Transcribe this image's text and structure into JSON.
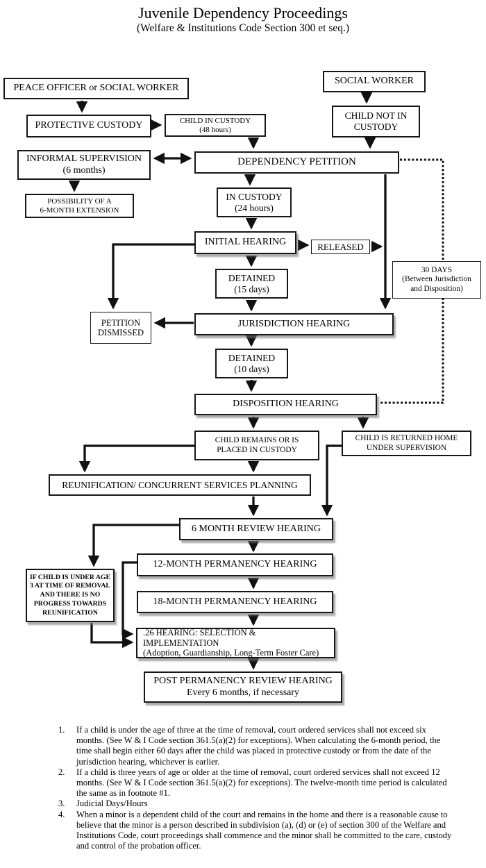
{
  "header": {
    "title": "Juvenile Dependency Proceedings",
    "subtitle": "(Welfare & Institutions Code Section 300 et seq.)"
  },
  "boxes": {
    "peace_officer": {
      "line1": "PEACE OFFICER or SOCIAL WORKER"
    },
    "social_worker": {
      "line1": "SOCIAL WORKER"
    },
    "protective_custody": {
      "line1": "PROTECTIVE CUSTODY"
    },
    "child_in_custody_48": {
      "line1": "CHILD IN CUSTODY",
      "line2": "(48 hours)"
    },
    "child_not_in_custody": {
      "line1": "CHILD NOT IN",
      "line2": "CUSTODY"
    },
    "informal_supervision": {
      "line1": "INFORMAL SUPERVISION",
      "line2": "(6 months)"
    },
    "dependency_petition": {
      "line1": "DEPENDENCY PETITION"
    },
    "possibility_extension": {
      "line1": "POSSIBILITY OF A",
      "line2": "6-MONTH EXTENSION"
    },
    "in_custody_24": {
      "line1": "IN CUSTODY",
      "line2": "(24 hours)"
    },
    "initial_hearing": {
      "line1": "INITIAL HEARING"
    },
    "released": {
      "line1": "RELEASED"
    },
    "detained_15": {
      "line1": "DETAINED",
      "line2": "(15 days)"
    },
    "thirty_days": {
      "line1": "30 DAYS",
      "line2": "(Between Jurisdiction",
      "line3": "and Disposition)"
    },
    "petition_dismissed": {
      "line1": "PETITION",
      "line2": "DISMISSED"
    },
    "jurisdiction_hearing": {
      "line1": "JURISDICTION HEARING"
    },
    "detained_10": {
      "line1": "DETAINED",
      "line2": "(10 days)"
    },
    "disposition_hearing": {
      "line1": "DISPOSITION HEARING"
    },
    "child_remains": {
      "line1": "CHILD REMAINS OR IS",
      "line2": "PLACED IN CUSTODY"
    },
    "child_returned": {
      "line1": "CHILD IS RETURNED HOME",
      "line2": "UNDER SUPERVISION"
    },
    "reunification": {
      "line1": "REUNIFICATION/ CONCURRENT SERVICES PLANNING"
    },
    "six_month_review": {
      "line1": "6 MONTH REVIEW HEARING"
    },
    "if_child_under_3": {
      "line1": "IF CHILD IS UNDER AGE",
      "line2": "3 AT TIME OF REMOVAL",
      "line3": "AND THERE IS NO",
      "line4": "PROGRESS TOWARDS",
      "line5": "REUNIFICATION"
    },
    "twelve_month": {
      "line1": "12-MONTH PERMANENCY HEARING"
    },
    "eighteen_month": {
      "line1": "18-MONTH PERMANENCY HEARING"
    },
    "twenty_six_hearing": {
      "line1": ".26 HEARING: SELECTION & IMPLEMENTATION",
      "line2": "(Adoption, Guardianship, Long-Term Foster Care)"
    },
    "post_permanency": {
      "line1": "POST PERMANENCY REVIEW HEARING",
      "line2": "Every 6 months, if necessary"
    }
  },
  "footnotes": [
    {
      "num": "1.",
      "text": "If a child is under the age of three at the time of removal, court ordered services shall not exceed six months. (See W & I Code section 361.5(a)(2) for exceptions). When calculating the 6-month period, the time shall begin either 60 days after the child was placed in protective custody or from the date of the jurisdiction hearing, whichever is earlier."
    },
    {
      "num": "2.",
      "text": "If a child is three years of age or older at the time of removal, court ordered services shall not exceed 12 months. (See W & I Code section 361.5(a)(2) for exceptions). The twelve-month time period is calculated the same as in footnote #1."
    },
    {
      "num": "3.",
      "text": "Judicial Days/Hours"
    },
    {
      "num": "4.",
      "text": "When a minor is a dependent child of the court and remains in the home and there is a reasonable cause to believe that the minor is a person described in subdivision (a), (d) or (e) of section 300 of the Welfare and Institutions Code, court proceedings shall commence and the minor shall be committed to the care, custody and control of the probation officer."
    }
  ],
  "colors": {
    "background": "#ffffff",
    "line": "#111111",
    "box_border": "#161616",
    "shadow": "#737373",
    "text": "#000000"
  }
}
